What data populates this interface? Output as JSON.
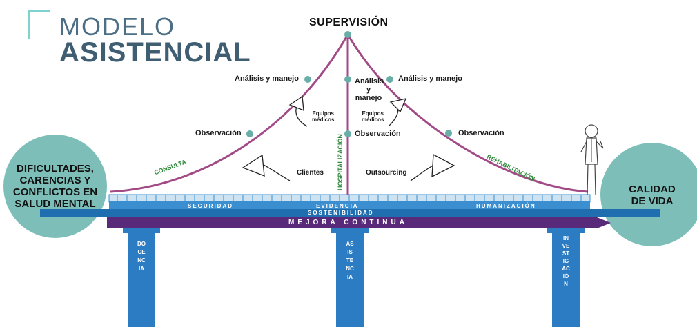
{
  "logo": {
    "line1": "MODELO",
    "line2": "ASISTENCIAL"
  },
  "top_node": {
    "label": "SUPERVISIÓN"
  },
  "left_circle": {
    "lines": [
      "DIFICULTADES,",
      "CARENCIAS Y",
      "CONFLICTOS EN",
      "SALUD MENTAL"
    ]
  },
  "right_circle": {
    "lines": [
      "CALIDAD",
      "DE VIDA"
    ]
  },
  "nodes": {
    "left_analysis": "Análisis y manejo",
    "left_observation": "Observación",
    "center_analysis_lines": [
      "Análisis",
      "y",
      "manejo"
    ],
    "center_observation": "Observación",
    "right_analysis": "Análisis y manejo",
    "right_observation": "Observación"
  },
  "cables": {
    "left": "CONSULTA",
    "center": "HOSPITALIZACIÓN",
    "right": "REHABILITACIÓN"
  },
  "arrows": {
    "left_upper_lines": [
      "Equipos",
      "médicos"
    ],
    "right_upper_lines": [
      "Equipos",
      "médicos"
    ],
    "left_lower": "Clientes",
    "right_lower": "Outsourcing"
  },
  "deck": {
    "top_band": [
      "SEGURIDAD",
      "EVIDENCIA",
      "HUMANIZACIÓN"
    ],
    "middle_band": "SOSTENIBILIDAD",
    "arrow_band": "MEJORA CONTINUA"
  },
  "pillars": [
    "DOCENCIA",
    "ASISTENCIA",
    "INVESTIGACIÓN"
  ],
  "colors": {
    "teal": "#7dbfb8",
    "cable": "#a24a86",
    "node": "#69aea7",
    "deck_light": "#3b8fd1",
    "deck_dark": "#1f6fb0",
    "arrow": "#5a2a7a",
    "pillar": "#2c7cc4"
  }
}
